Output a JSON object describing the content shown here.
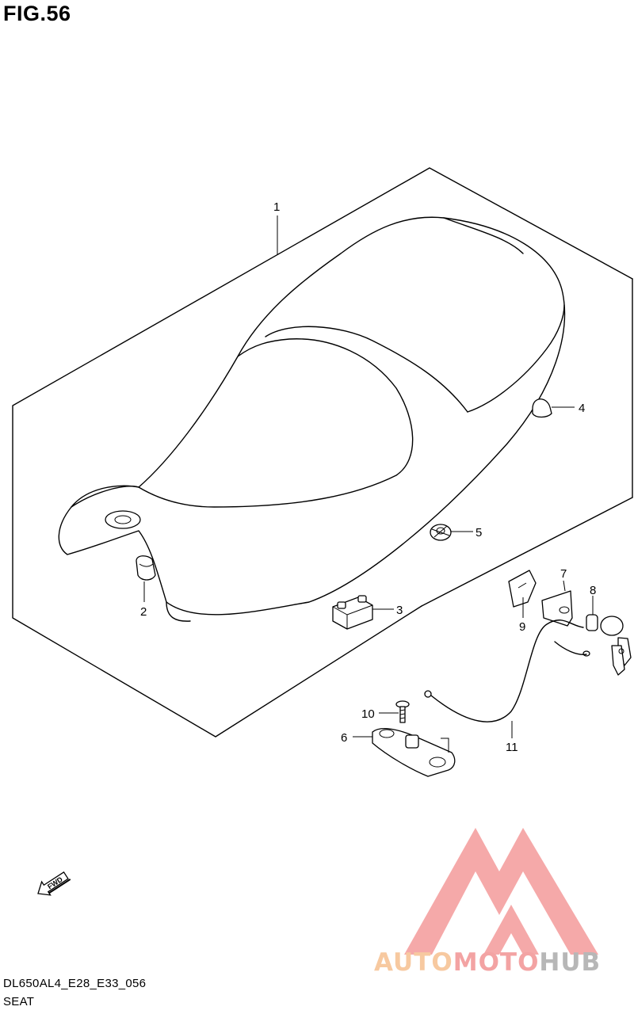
{
  "figure": {
    "title": "FIG.56",
    "code": "DL650AL4_E28_E33_056",
    "caption": "SEAT"
  },
  "callouts": [
    {
      "number": "1"
    },
    {
      "number": "2"
    },
    {
      "number": "3"
    },
    {
      "number": "4"
    },
    {
      "number": "5"
    },
    {
      "number": "6"
    },
    {
      "number": "7"
    },
    {
      "number": "8"
    },
    {
      "number": "9"
    },
    {
      "number": "10"
    },
    {
      "number": "11"
    }
  ],
  "fwd_arrow": {
    "label": "FWD"
  },
  "watermark": {
    "part1": "AUTO",
    "part2": "MOTO",
    "part3": "HUB",
    "colors": {
      "auto": "#f7c9a0",
      "moto": "#f3a3a3",
      "hub": "#b7b7b7",
      "logo": "#f5a0a0"
    }
  }
}
